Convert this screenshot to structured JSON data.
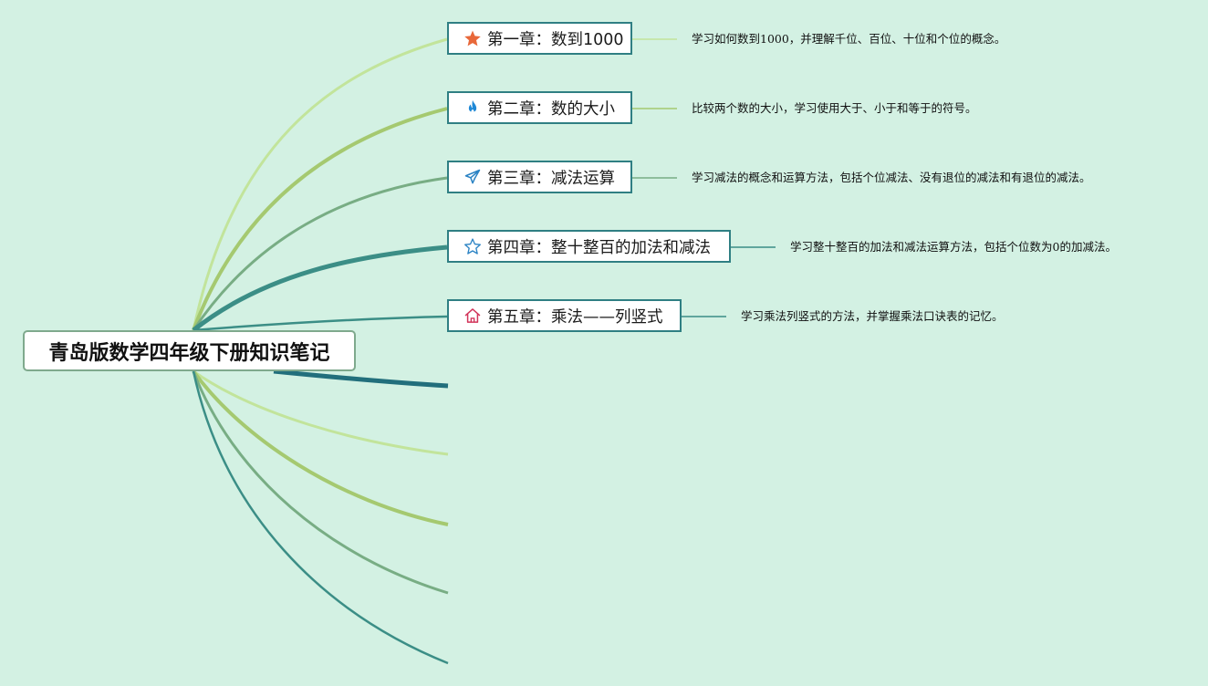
{
  "root": {
    "title": "青岛版数学四年级下册知识笔记"
  },
  "chapters": [
    {
      "title": "第一章：数到1000",
      "icon": "star-filled-icon",
      "icon_color": "#e8683a",
      "description": "学习如何数到1000，并理解千位、百位、十位和个位的概念。"
    },
    {
      "title": "第二章：数的大小",
      "icon": "fire-icon",
      "icon_color": "#1e88d6",
      "description": "比较两个数的大小，学习使用大于、小于和等于的符号。"
    },
    {
      "title": "第三章：减法运算",
      "icon": "paper-plane-icon",
      "icon_color": "#2b83c4",
      "description": "学习减法的概念和运算方法，包括个位减法、没有退位的减法和有退位的减法。"
    },
    {
      "title": "第四章：整十整百的加法和减法",
      "icon": "star-outline-icon",
      "icon_color": "#2b83c4",
      "description": "学习整十整百的加法和减法运算方法，包括个位数为0的加减法。"
    },
    {
      "title": "第五章：乘法——列竖式",
      "icon": "home-icon",
      "icon_color": "#d2345a",
      "description": "学习乘法列竖式的方法，并掌握乘法口诀表的记忆。"
    }
  ],
  "colors": {
    "background": "#d3f1e3",
    "branch_light_green": "#c2e49b",
    "branch_green": "#a5c970",
    "branch_sage": "#78ad84",
    "branch_teal": "#3b8e86",
    "branch_dark_teal": "#226f7c",
    "chapter_border": "#2f7f83"
  }
}
